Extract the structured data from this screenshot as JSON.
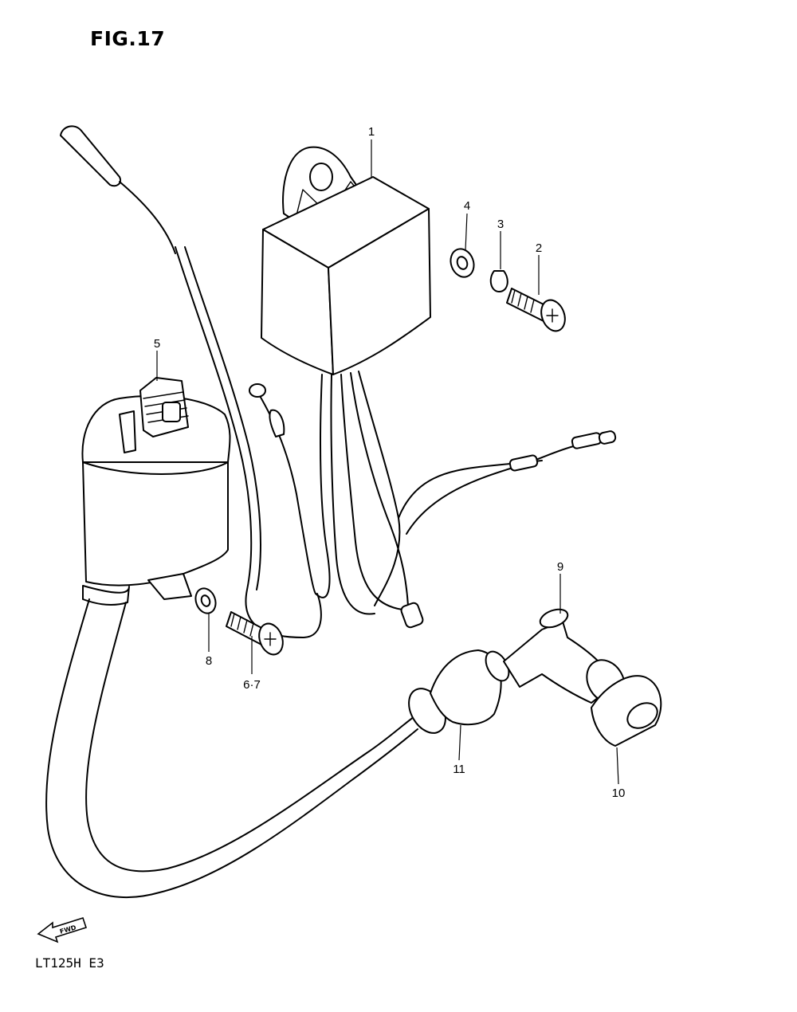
{
  "figure": {
    "title": "FIG.17",
    "model": "LT125H  E3",
    "fwd_label": "FWD"
  },
  "callouts": [
    {
      "id": "1",
      "text": "1"
    },
    {
      "id": "2",
      "text": "2"
    },
    {
      "id": "3",
      "text": "3"
    },
    {
      "id": "4",
      "text": "4"
    },
    {
      "id": "5",
      "text": "5"
    },
    {
      "id": "6-7",
      "text": "6·7"
    },
    {
      "id": "8",
      "text": "8"
    },
    {
      "id": "9",
      "text": "9"
    },
    {
      "id": "10",
      "text": "10"
    },
    {
      "id": "11",
      "text": "11"
    }
  ]
}
